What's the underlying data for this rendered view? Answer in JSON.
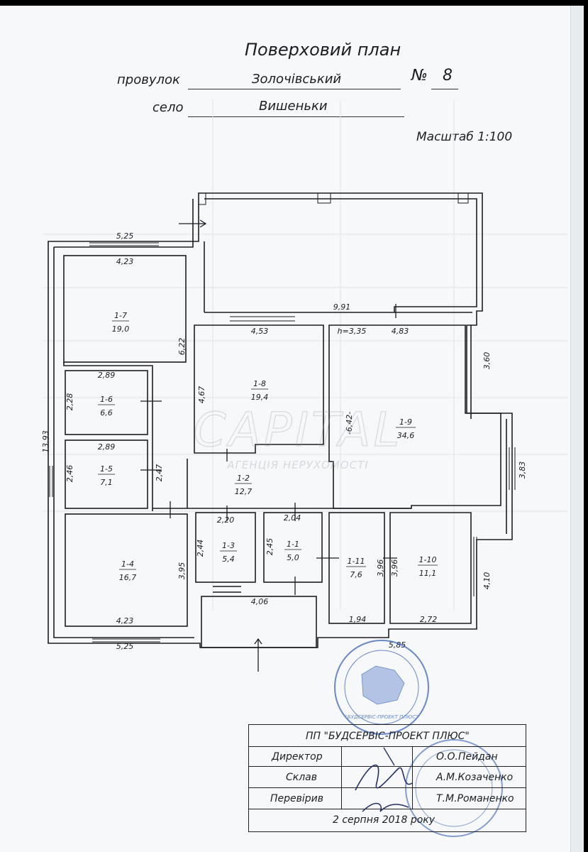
{
  "header": {
    "title": "Поверховий план",
    "street_label": "провулок",
    "street_value": "Золочівський",
    "number_label": "№",
    "number_value": "8",
    "village_label": "село",
    "village_value": "Вишеньки",
    "scale": "Масштаб 1:100"
  },
  "plan": {
    "rooms": [
      {
        "id": "1-7",
        "area": "19,0"
      },
      {
        "id": "1-8",
        "area": "19,4"
      },
      {
        "id": "1-9",
        "area": "34,6"
      },
      {
        "id": "1-6",
        "area": "6,6"
      },
      {
        "id": "1-5",
        "area": "7,1"
      },
      {
        "id": "1-2",
        "area": "12,7"
      },
      {
        "id": "1-4",
        "area": "16,7"
      },
      {
        "id": "1-3",
        "area": "5,4"
      },
      {
        "id": "1-1",
        "area": "5,0"
      },
      {
        "id": "1-11",
        "area": "7,6"
      },
      {
        "id": "1-10",
        "area": "11,1"
      }
    ],
    "dimensions": {
      "top_left_outer": "5,25",
      "room17_width": "4,23",
      "room17_height": "6,22",
      "overall_width": "9,91",
      "room18_width": "4,53",
      "ceiling_height": "h=3,35",
      "room19_width": "4,83",
      "right_upper": "3,60",
      "room18_height": "4,67",
      "room19_height": "-6,42-",
      "right_bay": "3,83",
      "room16_width": "2,89",
      "room16_height": "2,28",
      "room15_width": "2,89",
      "room15_height": "2,46",
      "overall_height": "13,93",
      "corridor_height": "2,47",
      "room13_width": "2,20",
      "room11_width": "2,04",
      "room13_height": "2,44",
      "room11_height": "2,45",
      "room14_height": "3,95",
      "room111_height": "3,96",
      "room110_height": "3,96",
      "right_lower": "4,10",
      "entrance_width": "4,06",
      "room14_width": "4,23",
      "room111_width": "1,94",
      "room110_width": "2,72",
      "bottom_left_outer": "5,25",
      "bottom_right_outer": "5,85"
    }
  },
  "title_block": {
    "company": "ПП  \"БУДСЕРВІС-ПРОЕКТ ПЛЮС\"",
    "rows": [
      {
        "role": "Директор",
        "name": "О.О.Пейдан"
      },
      {
        "role": "Склав",
        "name": "А.М.Козаченко"
      },
      {
        "role": "Перевірив",
        "name": "Т.М.Романенко"
      }
    ],
    "date": "2  серпня  2018  року"
  },
  "stamp": {
    "text": "\"БУДСЕРВІС-ПРОЕКТ ПЛЮС\""
  },
  "watermark": {
    "brand": "CAPITAL",
    "subtitle": "АГЕНЦІЯ НЕРУХОМОСТІ"
  },
  "colors": {
    "ink": "#1b1e22",
    "stamp": "#3a63b8",
    "paper": "#f6f8fa"
  }
}
